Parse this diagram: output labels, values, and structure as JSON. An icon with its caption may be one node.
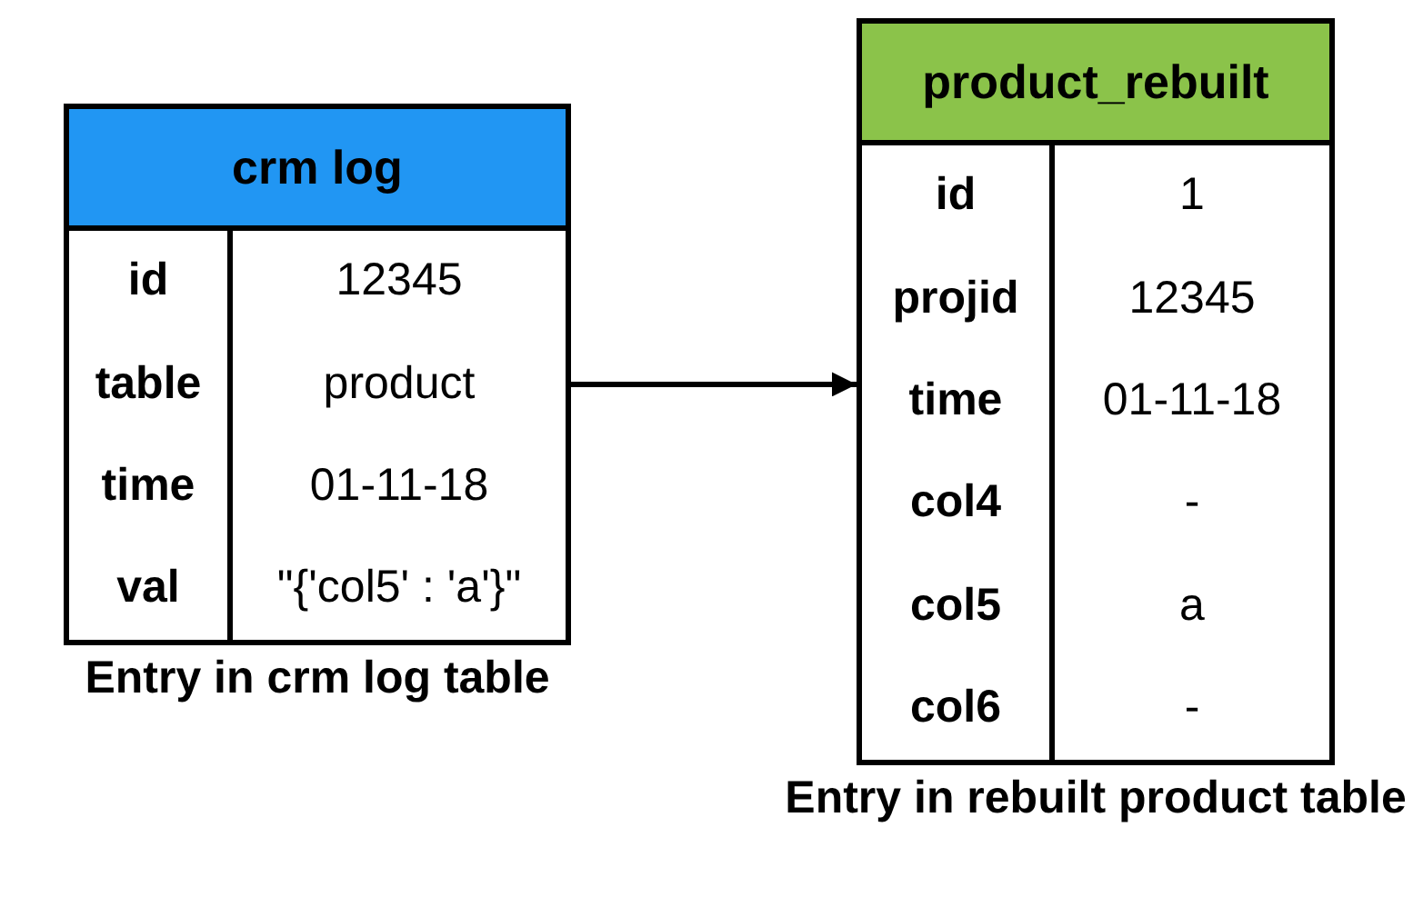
{
  "diagram": {
    "nodes": [
      {
        "text": [
          "crm log",
          "id",
          "12345",
          "table",
          "product",
          "time",
          "01-11-18",
          "val",
          "\"{'col5' : 'a'}\""
        ],
        "beside": [
          "Entry in crm log table"
        ]
      },
      {
        "text": [
          "product_rebuilt",
          "id",
          "1",
          "projid",
          "12345",
          "time",
          "01-11-18",
          "col4",
          "-",
          "col5",
          "a",
          "col6",
          "-"
        ],
        "beside": [
          "Entry in rebuilt product table"
        ]
      }
    ],
    "edges": [
      {
        "from": 0,
        "to": 1,
        "arrow": "to"
      }
    ]
  }
}
